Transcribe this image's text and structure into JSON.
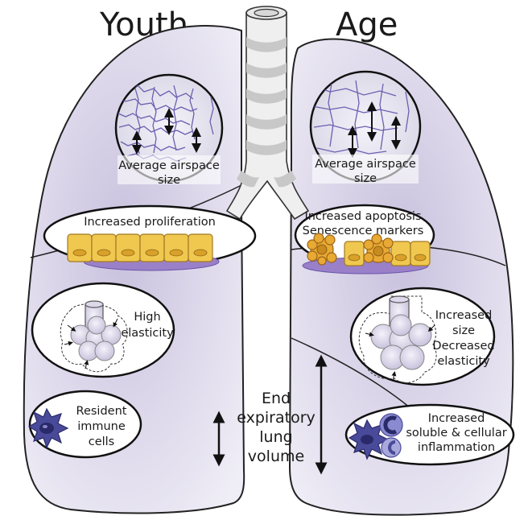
{
  "headings": {
    "left": "Youth",
    "right": "Age"
  },
  "youth": {
    "airspace_label": [
      "Average airspace",
      "size"
    ],
    "proliferation_label": "Increased proliferation",
    "elasticity_label": [
      "High",
      "elasticity"
    ],
    "immune_label": [
      "Resident",
      "immune",
      "cells"
    ]
  },
  "age": {
    "airspace_label": [
      "Average airspace",
      "size"
    ],
    "apoptosis_label": [
      "Increased apoptosis",
      "Senescence markers"
    ],
    "elasticity_label": [
      "Increased",
      "size",
      "Decreased",
      "elasticity"
    ],
    "inflammation_label": [
      "Increased",
      "soluble & cellular",
      "inflammation"
    ]
  },
  "center_label": [
    "End",
    "expiratory",
    "lung",
    "volume"
  ],
  "colors": {
    "lung_fill": "#e6e2f0",
    "lung_shade": "#c9c1de",
    "trachea_fill": "#efefef",
    "ring": "#c8c8c8",
    "tissue": "#7a6ab8",
    "cell_fill": "#f0c850",
    "nucleus": "#d9a12a",
    "basement": "#9a80c8",
    "immune": "#4a4a9a",
    "macrophage": "#8a8ad0"
  }
}
